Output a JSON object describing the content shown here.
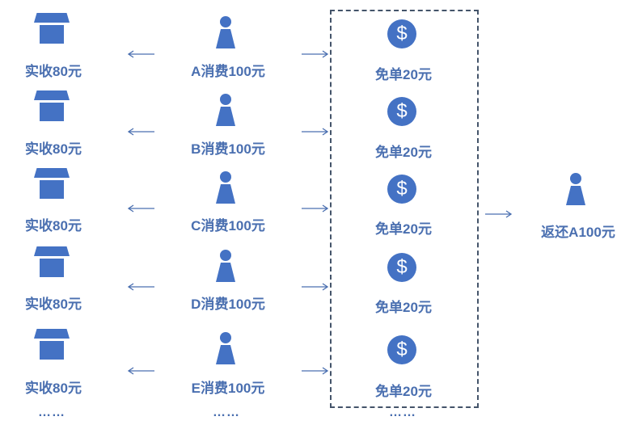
{
  "rows": [
    {
      "store_label": "实收80元",
      "customer_label": "A消费100元",
      "free_label": "免单20元"
    },
    {
      "store_label": "实收80元",
      "customer_label": "B消费100元",
      "free_label": "免单20元"
    },
    {
      "store_label": "实收80元",
      "customer_label": "C消费100元",
      "free_label": "免单20元"
    },
    {
      "store_label": "实收80元",
      "customer_label": "D消费100元",
      "free_label": "免单20元"
    },
    {
      "store_label": "实收80元",
      "customer_label": "E消费100元",
      "free_label": "免单20元"
    }
  ],
  "ellipsis": "……",
  "result_label": "返还A100元",
  "coin_symbol": "$",
  "colors": {
    "icon": "#4472c4",
    "text": "#4a6fb0",
    "dash": "#44546a"
  }
}
